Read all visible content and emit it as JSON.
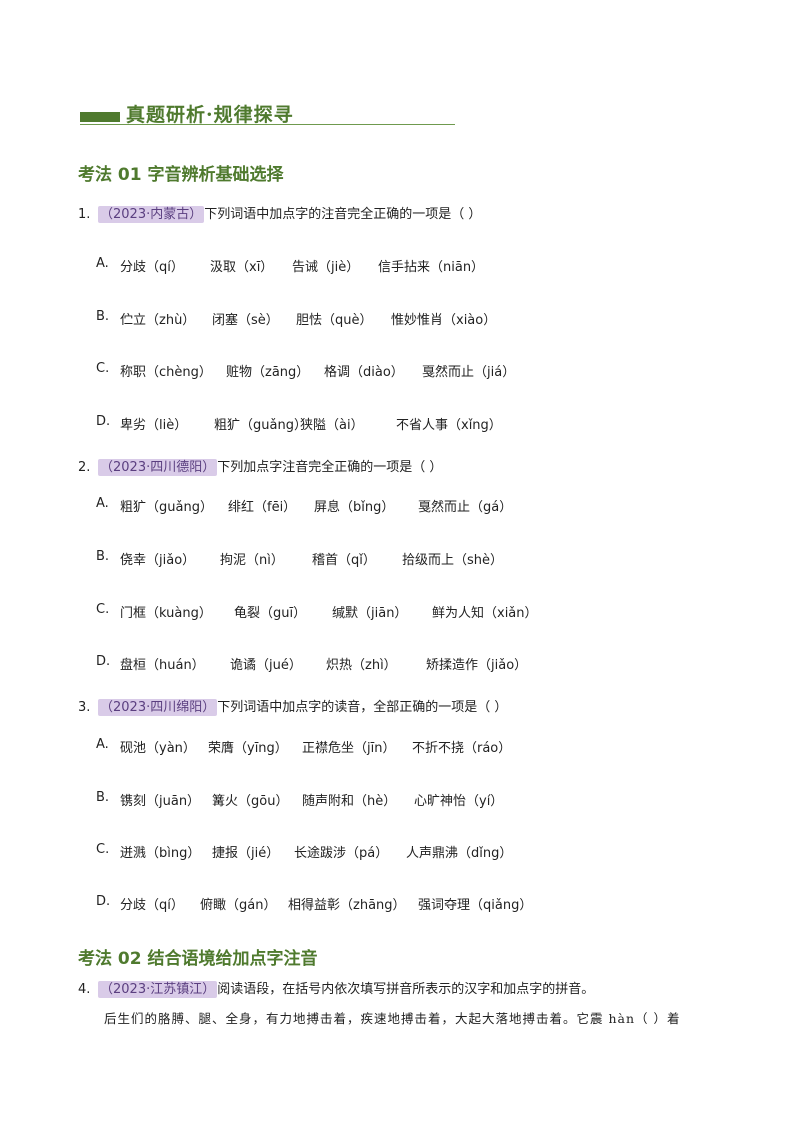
{
  "header": {
    "title": "真题研析·规律探寻"
  },
  "sections": [
    {
      "title": "考法 01 字音辨析基础选择"
    },
    {
      "title": "考法 02 结合语境给加点字注音"
    }
  ],
  "questions": [
    {
      "number": "1.",
      "source": "（2023·内蒙古）",
      "stem": "下列词语中加点字的注音完全正确的一项是（ ）",
      "options": [
        {
          "label": "A.",
          "items": [
            "分歧（qí）",
            "汲取（xī）",
            "告诫（jiè）",
            "信手拈来（niān）"
          ]
        },
        {
          "label": "B.",
          "items": [
            "伫立（zhù）",
            "闭塞（sè）",
            "胆怯（què）",
            "惟妙惟肖（xiào）"
          ]
        },
        {
          "label": "C.",
          "items": [
            "称职（chèng）",
            "赃物（zāng）",
            "格调（diào）",
            "戛然而止（jiá）"
          ]
        },
        {
          "label": "D.",
          "items": [
            "卑劣（liè）",
            "粗犷（guǎng）",
            "狭隘（ài）",
            "不省人事（xǐng）"
          ]
        }
      ]
    },
    {
      "number": "2.",
      "source": "（2023·四川德阳）",
      "stem": "下列加点字注音完全正确的一项是（ ）",
      "options": [
        {
          "label": "A.",
          "items": [
            "粗犷（guǎng）",
            "绯红（fēi）",
            "屏息（bǐng）",
            "戛然而止（gá）"
          ]
        },
        {
          "label": "B.",
          "items": [
            "侥幸（jiǎo）",
            "拘泥（nì）",
            "稽首（qǐ）",
            "拾级而上（shè）"
          ]
        },
        {
          "label": "C.",
          "items": [
            "门框（kuàng）",
            "龟裂（guī）",
            "缄默（jiān）",
            "鲜为人知（xiǎn）"
          ]
        },
        {
          "label": "D.",
          "items": [
            "盘桓（huán）",
            "诡谲（jué）",
            "炽热（zhì）",
            "矫揉造作（jiǎo）"
          ]
        }
      ]
    },
    {
      "number": "3.",
      "source": "（2023·四川绵阳）",
      "stem": "下列词语中加点字的读音，全部正确的一项是（ ）",
      "options": [
        {
          "label": "A.",
          "items": [
            "砚池（yàn）",
            "荣膺（yīng）",
            "正襟危坐（jīn）",
            "不折不挠（ráo）"
          ]
        },
        {
          "label": "B.",
          "items": [
            "镌刻（juān）",
            "篝火（gōu）",
            "随声附和（hè）",
            "心旷神怡（yí）"
          ]
        },
        {
          "label": "C.",
          "items": [
            "迸溅（bìng）",
            "捷报（jié）",
            "长途跋涉（pá）",
            "人声鼎沸（dǐng）"
          ]
        },
        {
          "label": "D.",
          "items": [
            "分歧（qí）",
            "俯瞰（gán）",
            "相得益彰（zhāng）",
            "强词夺理（qiǎng）"
          ]
        }
      ]
    },
    {
      "number": "4.",
      "source": "（2023·江苏镇江）",
      "stem": "阅读语段，在括号内依次填写拼音所表示的汉字和加点字的拼音。",
      "options": []
    }
  ],
  "passage": "后生们的胳膊、腿、全身，有力地搏击着，疾速地搏击着，大起大落地搏击着。它震 hàn（      ）着"
}
